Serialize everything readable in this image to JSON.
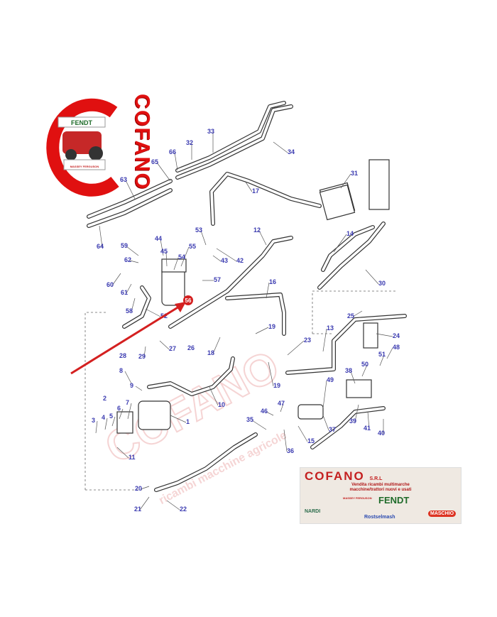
{
  "logo": {
    "brand": "COFANO",
    "badge_text": "FENDT",
    "sub_text": "MASSEY FERGUSON"
  },
  "watermark": {
    "text": "COFANO",
    "subtext": "ricambi macchine agricole"
  },
  "banner": {
    "title": "COFANO",
    "suffix": "S.R.L",
    "line1": "Vendita ricambi multimarche",
    "line2": "macchine/trattori nuovi e usati",
    "brands": [
      "NARDI",
      "MASSEY FERGUSON",
      "FENDT",
      "MASCHIO",
      "Rostselmash"
    ]
  },
  "colors": {
    "brand_red": "#e01010",
    "label_blue": "#3a3ab0",
    "arrow_red": "#d42020"
  },
  "highlighted_part": "56",
  "part_labels": [
    "33",
    "34",
    "32",
    "66",
    "65",
    "63",
    "64",
    "17",
    "31",
    "12",
    "14",
    "30",
    "53",
    "44",
    "54",
    "45",
    "55",
    "59",
    "62",
    "42",
    "43",
    "57",
    "56",
    "60",
    "61",
    "58",
    "52",
    "16",
    "25",
    "13",
    "24",
    "48",
    "51",
    "50",
    "38",
    "49",
    "19",
    "18",
    "23",
    "19",
    "29",
    "27",
    "26",
    "28",
    "8",
    "9",
    "10",
    "2",
    "6",
    "7",
    "5",
    "4",
    "3",
    "1",
    "11",
    "35",
    "46",
    "47",
    "36",
    "15",
    "37",
    "39",
    "41",
    "40",
    "20",
    "21",
    "22"
  ]
}
